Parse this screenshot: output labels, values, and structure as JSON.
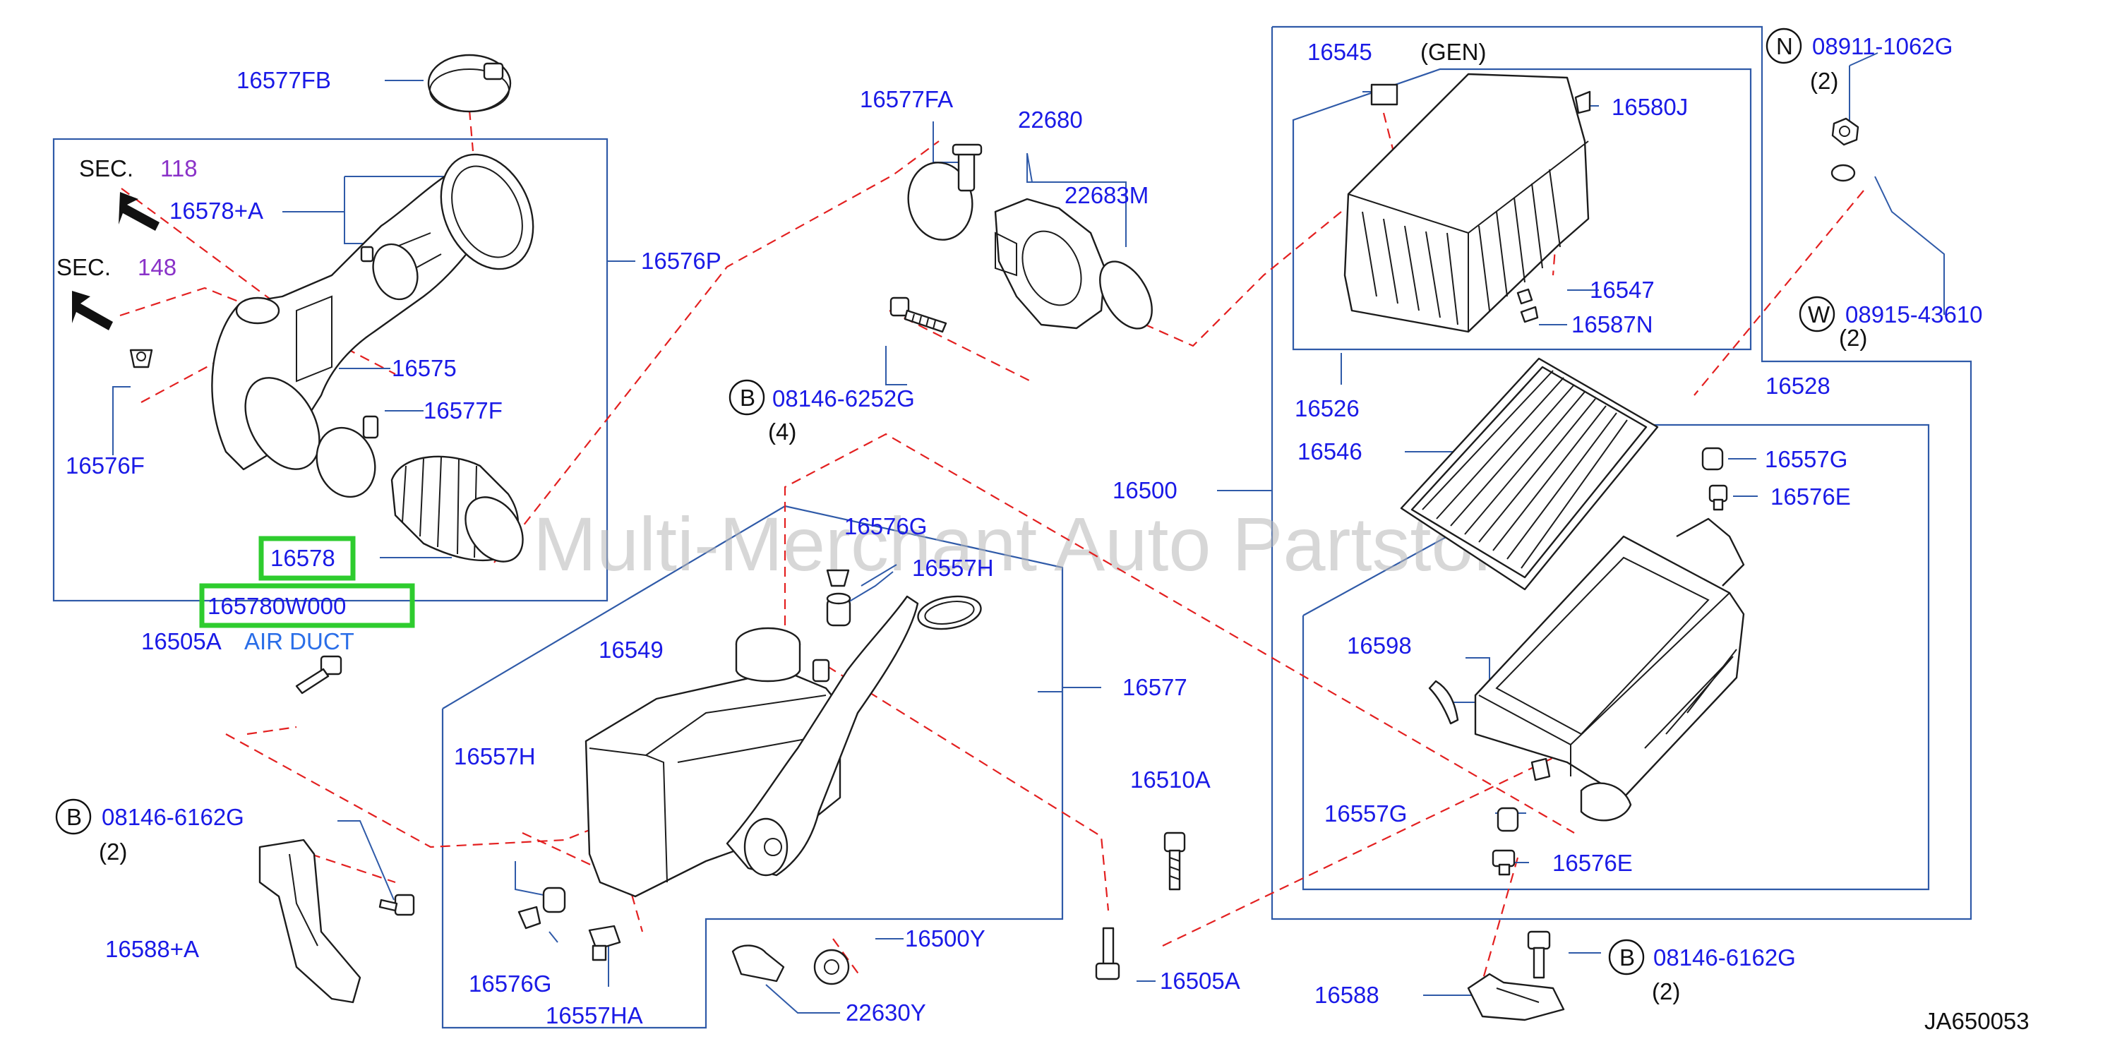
{
  "labels": {
    "p16577FB": "16577FB",
    "sec": "SEC.",
    "sec118": "118",
    "sec148": "148",
    "p16578A": "16578+A",
    "p16576P": "16576P",
    "p16575": "16575",
    "p16577F": "16577F",
    "p16576F": "16576F",
    "p16578": "16578",
    "p165780W000": "165780W000",
    "p16505A_left": "16505A",
    "air_duct": "AIR DUCT",
    "b1_letter": "B",
    "p08146_6162G_left": "08146-6162G",
    "qty2_a": "(2)",
    "p16588A": "16588+A",
    "p16577FA": "16577FA",
    "p22680": "22680",
    "p22683M": "22683M",
    "b2_letter": "B",
    "p08146_6252G": "08146-6252G",
    "qty4": "(4)",
    "p16576G_top": "16576G",
    "p16557H_top": "16557H",
    "p16549": "16549",
    "p16577": "16577",
    "p16557H_left": "16557H",
    "p16576G_bottom": "16576G",
    "p16557HA": "16557HA",
    "p16500Y": "16500Y",
    "p22630Y": "22630Y",
    "p16510A": "16510A",
    "p16505A_bottom": "16505A",
    "p16545": "16545",
    "gen": "(GEN)",
    "p16580J": "16580J",
    "p16547": "16547",
    "p16587N": "16587N",
    "p16526": "16526",
    "p16546": "16546",
    "p16500": "16500",
    "n_letter": "N",
    "p08911_1062G": "08911-1062G",
    "qty2_b": "(2)",
    "w_letter": "W",
    "p08915_43610": "08915-43610",
    "qty2_c": "(2)",
    "p16528": "16528",
    "p16557G_top": "16557G",
    "p16576E_top": "16576E",
    "p16598": "16598",
    "p16557G_bottom": "16557G",
    "p16576E_bottom": "16576E",
    "b3_letter": "B",
    "p08146_6162G_right": "08146-6162G",
    "qty2_d": "(2)",
    "p16588": "16588",
    "diagram_id": "JA650053",
    "watermark": "Multi-Merchant Auto Partstore"
  },
  "colors": {
    "part_number": "#1a1ae6",
    "section_ref": "#8a32c8",
    "leader_line": "#2f5aa8",
    "dashed_line": "#e32020",
    "highlight": "#2ecc2e",
    "watermark": "#b8b8b8"
  },
  "icons": [
    "arrow-icon",
    "clamp-icon",
    "bolt-icon",
    "air-duct-icon",
    "air-cleaner-icon",
    "filter-element-icon",
    "resonator-icon",
    "bracket-icon",
    "grommet-icon",
    "nut-icon",
    "washer-icon"
  ]
}
